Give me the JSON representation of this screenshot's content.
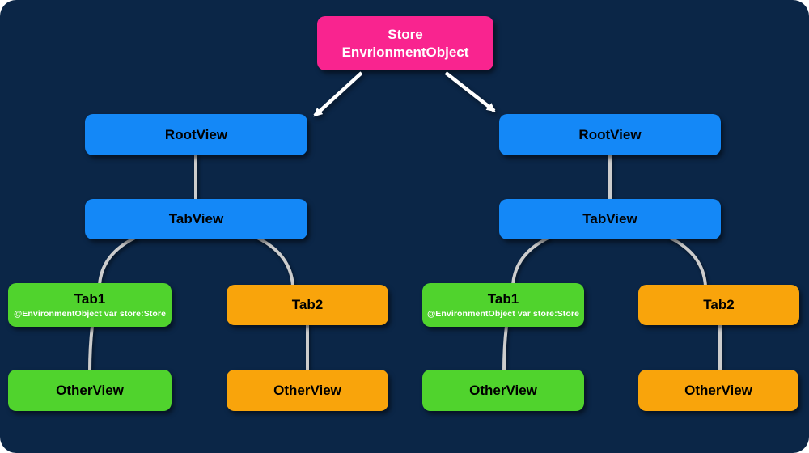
{
  "diagram": {
    "description": "SwiftUI EnvironmentObject data flow tree diagram",
    "background_color": "#0B2647",
    "colors": {
      "store_node": "#F9248F",
      "view_node": "#1488F7",
      "tab1_node": "#50D32D",
      "tab2_node": "#F9A40B",
      "connector_line": "#CCCCCC",
      "arrow": "#FFFFFF",
      "node_text": "#000000",
      "store_text": "#FFFFFF"
    },
    "nodes": [
      {
        "id": "store",
        "line1": "Store",
        "line2": "EnvrionmentObject",
        "color": "#F9248F"
      },
      {
        "id": "root-view-left",
        "label": "RootView",
        "color": "#1488F7"
      },
      {
        "id": "root-view-right",
        "label": "RootView",
        "color": "#1488F7"
      },
      {
        "id": "tab-view-left",
        "label": "TabView",
        "color": "#1488F7"
      },
      {
        "id": "tab-view-right",
        "label": "TabView",
        "color": "#1488F7"
      },
      {
        "id": "tab1-left",
        "label": "Tab1",
        "sublabel": "@EnvironmentObject var store:Store",
        "color": "#50D32D"
      },
      {
        "id": "tab2-left",
        "label": "Tab2",
        "color": "#F9A40B"
      },
      {
        "id": "tab1-right",
        "label": "Tab1",
        "sublabel": "@EnvironmentObject var store:Store",
        "color": "#50D32D"
      },
      {
        "id": "tab2-right",
        "label": "Tab2",
        "color": "#F9A40B"
      },
      {
        "id": "other-view-left-green",
        "label": "OtherView",
        "color": "#50D32D"
      },
      {
        "id": "other-view-left-orange",
        "label": "OtherView",
        "color": "#F9A40B"
      },
      {
        "id": "other-view-right-green",
        "label": "OtherView",
        "color": "#50D32D"
      },
      {
        "id": "other-view-right-orange",
        "label": "OtherView",
        "color": "#F9A40B"
      }
    ],
    "edges": [
      {
        "from": "store",
        "to": "root-view-left",
        "style": "white-arrow"
      },
      {
        "from": "store",
        "to": "root-view-right",
        "style": "white-arrow"
      },
      {
        "from": "root-view-left",
        "to": "tab-view-left",
        "style": "gray-line"
      },
      {
        "from": "root-view-right",
        "to": "tab-view-right",
        "style": "gray-line"
      },
      {
        "from": "tab-view-left",
        "to": "tab1-left",
        "style": "gray-curve"
      },
      {
        "from": "tab-view-left",
        "to": "tab2-left",
        "style": "gray-curve"
      },
      {
        "from": "tab-view-right",
        "to": "tab1-right",
        "style": "gray-curve"
      },
      {
        "from": "tab-view-right",
        "to": "tab2-right",
        "style": "gray-curve"
      },
      {
        "from": "tab1-left",
        "to": "other-view-left-green",
        "style": "gray-line"
      },
      {
        "from": "tab2-left",
        "to": "other-view-left-orange",
        "style": "gray-line"
      },
      {
        "from": "tab1-right",
        "to": "other-view-right-green",
        "style": "gray-line"
      },
      {
        "from": "tab2-right",
        "to": "other-view-right-orange",
        "style": "gray-line"
      }
    ]
  }
}
